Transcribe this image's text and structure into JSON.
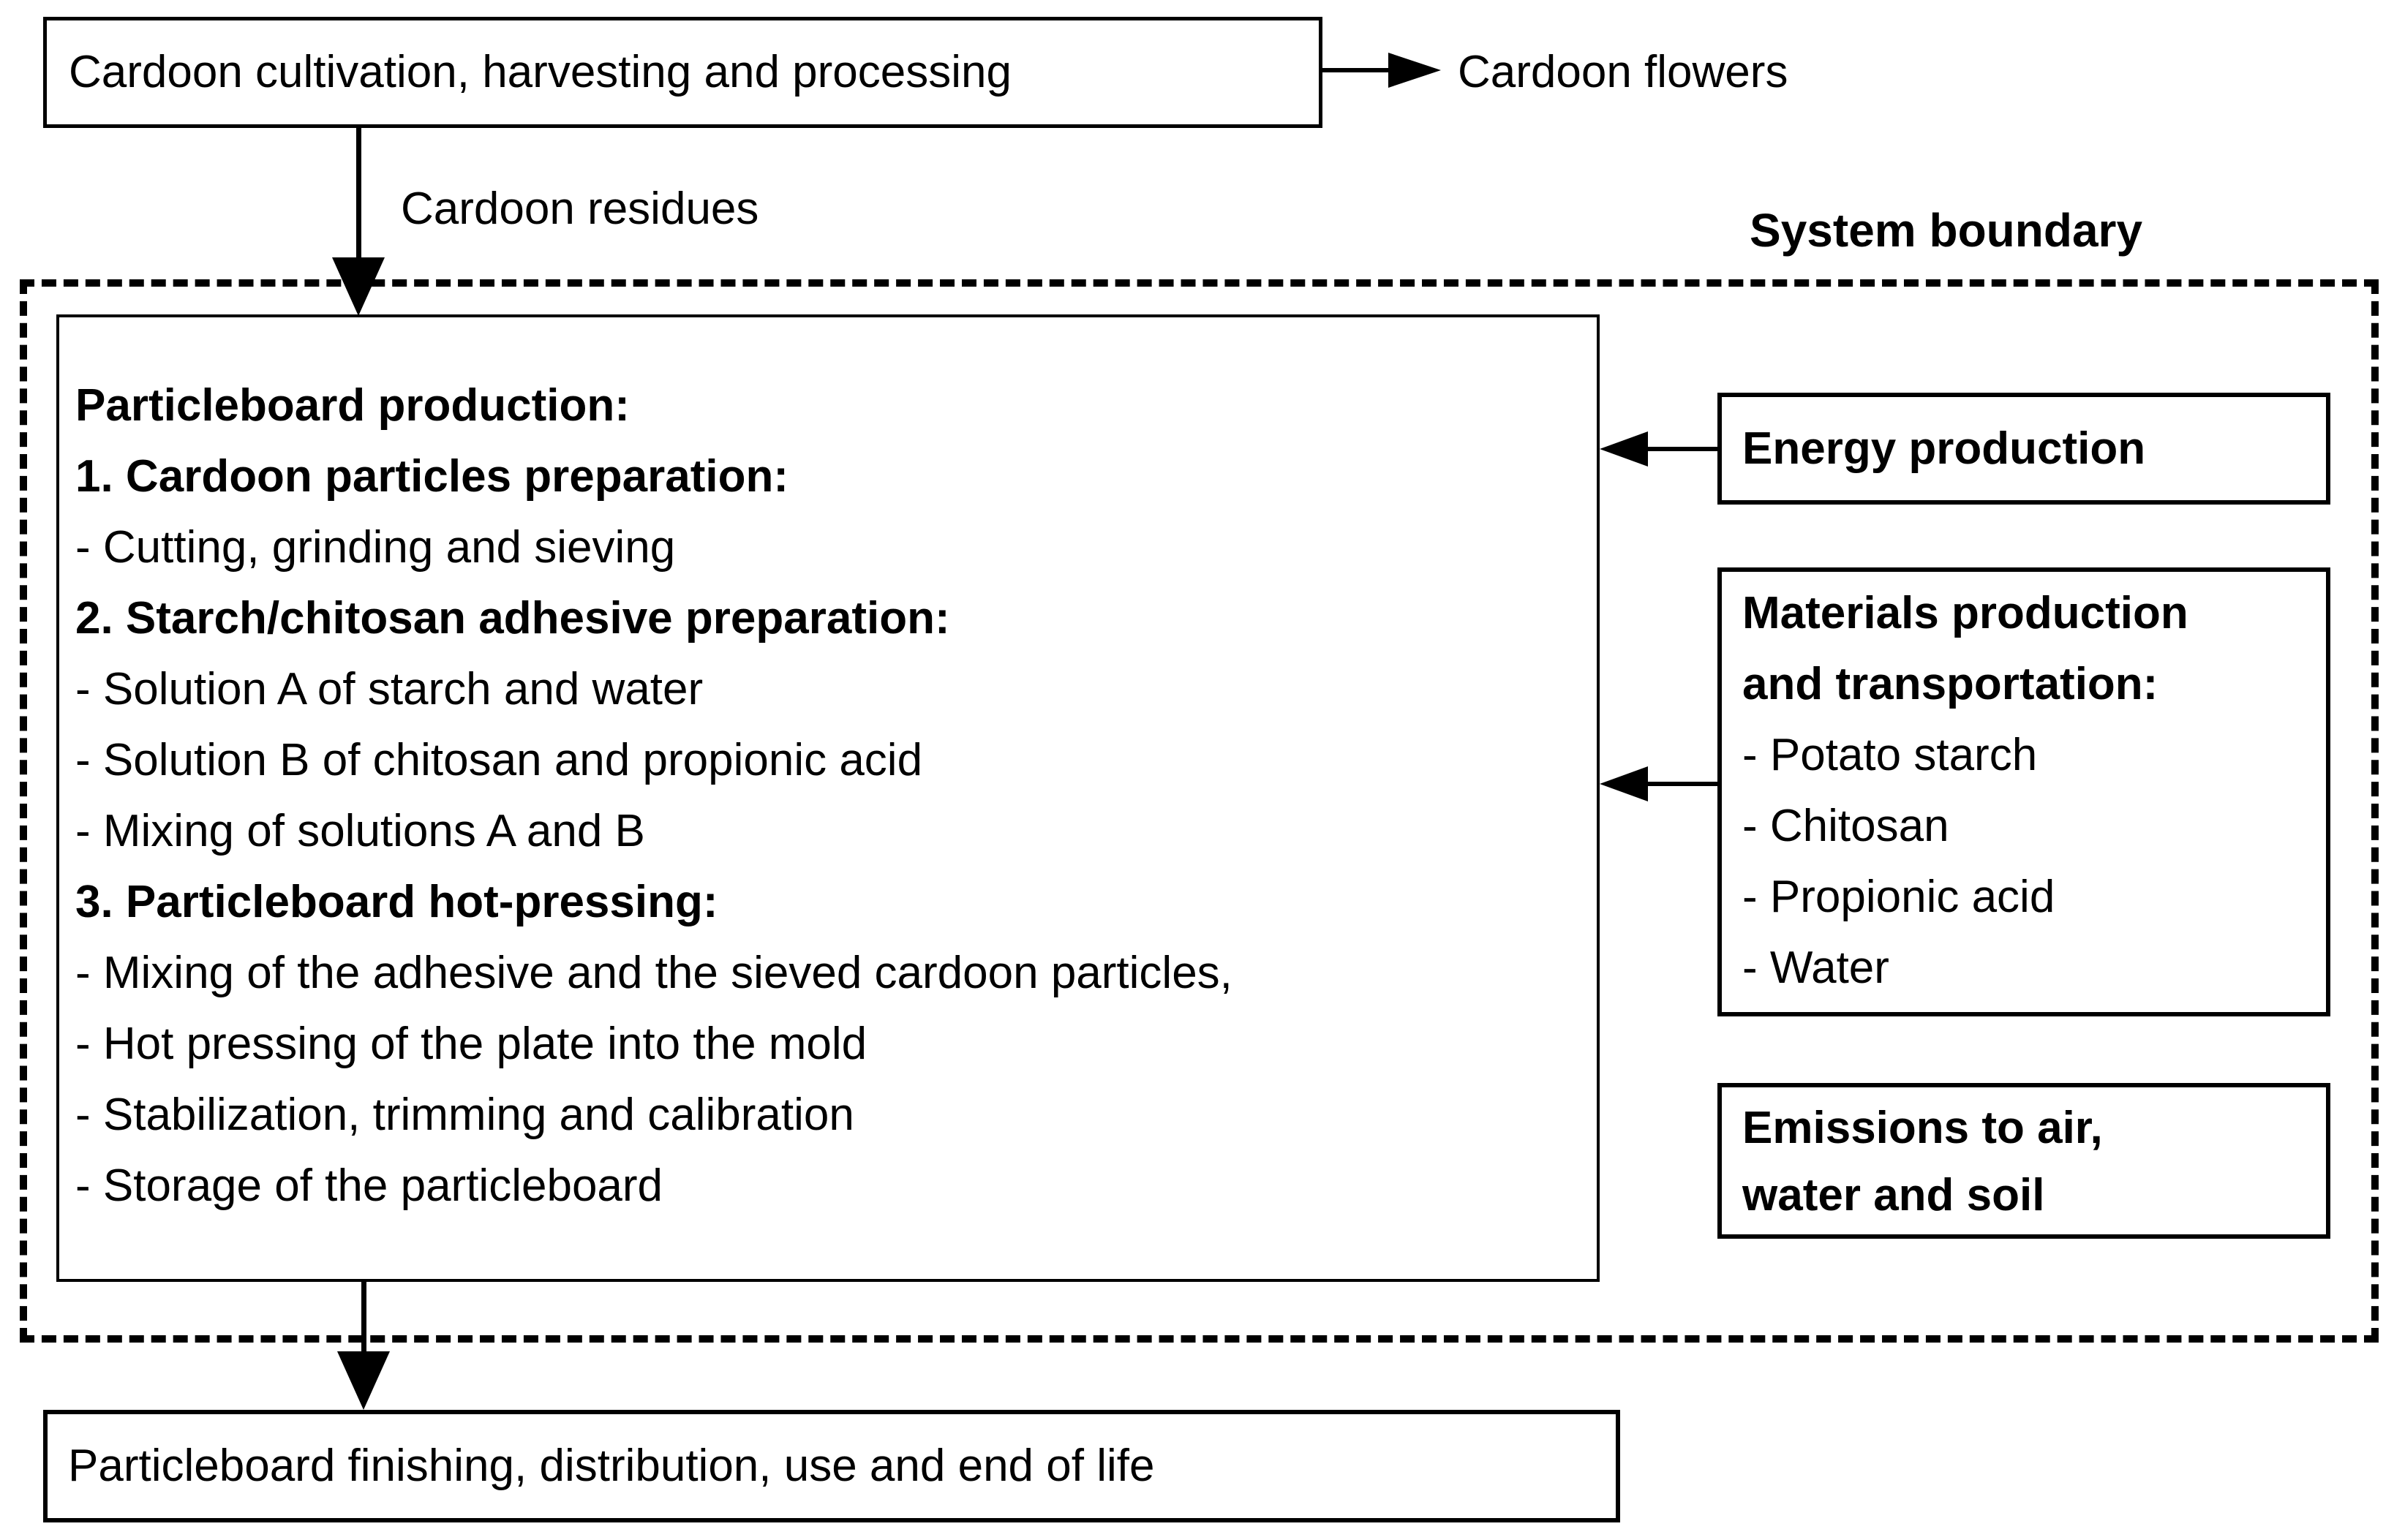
{
  "colors": {
    "ink": "#000000",
    "background": "#ffffff"
  },
  "top_flow": {
    "cultivation_label": "Cardoon cultivation, harvesting and processing",
    "flowers_label": "Cardoon flowers",
    "residues_label": "Cardoon residues"
  },
  "system_boundary": {
    "label": "System boundary"
  },
  "production_box": {
    "lines": [
      {
        "text": "Particleboard production:",
        "bold": true
      },
      {
        "text": "1. Cardoon particles preparation:",
        "bold": true
      },
      {
        "text": "- Cutting, grinding and sieving",
        "bold": false
      },
      {
        "text": "2. Starch/chitosan adhesive preparation:",
        "bold": true
      },
      {
        "text": "- Solution A of starch and water",
        "bold": false
      },
      {
        "text": "- Solution B of chitosan and propionic acid",
        "bold": false
      },
      {
        "text": "- Mixing of solutions A and B",
        "bold": false
      },
      {
        "text": "3. Particleboard hot-pressing:",
        "bold": true
      },
      {
        "text": "- Mixing of the adhesive and the sieved cardoon particles,",
        "bold": false
      },
      {
        "text": "- Hot pressing of the plate into the mold",
        "bold": false
      },
      {
        "text": "- Stabilization, trimming and calibration",
        "bold": false
      },
      {
        "text": "- Storage of the particleboard",
        "bold": false
      }
    ]
  },
  "side_boxes": {
    "energy": {
      "label": "Energy production"
    },
    "materials": {
      "lines": [
        {
          "text": "Materials production",
          "bold": true
        },
        {
          "text": "and transportation:",
          "bold": true
        },
        {
          "text": "- Potato starch",
          "bold": false
        },
        {
          "text": "- Chitosan",
          "bold": false
        },
        {
          "text": "- Propionic acid",
          "bold": false
        },
        {
          "text": "- Water",
          "bold": false
        }
      ]
    },
    "emissions": {
      "lines": [
        {
          "text": "Emissions to air,",
          "bold": true
        },
        {
          "text": "water and soil",
          "bold": true
        }
      ]
    }
  },
  "bottom_box": {
    "label": "Particleboard finishing, distribution, use and end of life"
  }
}
